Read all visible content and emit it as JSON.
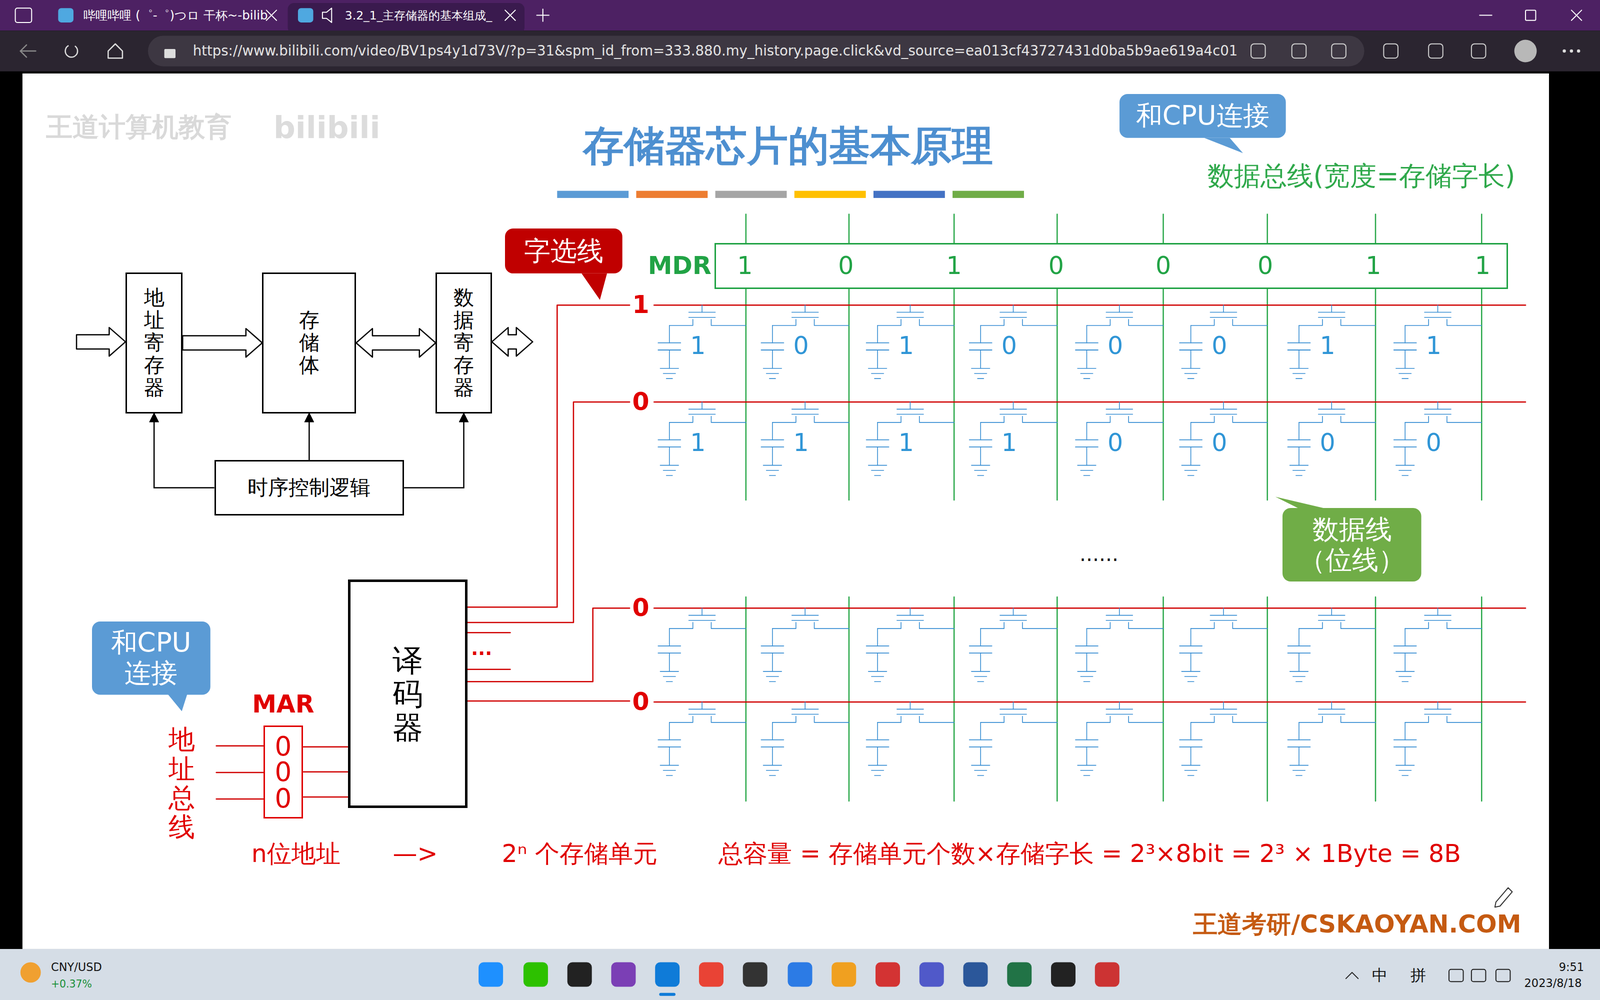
{
  "diagram": {
    "title": "存储器芯片的基本原理",
    "nodes": [
      {
        "text": [
          "和CPU连接"
        ]
      },
      {
        "text": [
          "字选线"
        ]
      },
      {
        "text": [
          "MDR",
          "1",
          "0",
          "1",
          "0",
          "0",
          "0",
          "1",
          "1"
        ]
      },
      {
        "text": [
          "地址寄存器"
        ]
      },
      {
        "text": [
          "存储体"
        ]
      },
      {
        "text": [
          "数据寄存器"
        ]
      },
      {
        "text": [
          "时序控制逻辑"
        ]
      },
      {
        "text": [
          "数据线 （位线）"
        ]
      },
      {
        "text": [
          "译码器"
        ]
      },
      {
        "text": [
          "和CPU连接"
        ]
      },
      {
        "text": [
          "MAR",
          "0",
          "0",
          "0"
        ]
      }
    ],
    "edges": [
      {
        "from": 3,
        "to": 4,
        "arrow": "to"
      },
      {
        "from": 4,
        "to": 5,
        "arrow": "both"
      },
      {
        "from": 6,
        "to": 3,
        "arrow": "to"
      },
      {
        "from": 6,
        "to": 4,
        "arrow": "to"
      },
      {
        "from": 6,
        "to": 5,
        "arrow": "to"
      },
      {
        "from": 10,
        "to": 8,
        "arrow": "none"
      }
    ],
    "labels": [
      "哔哩哔哩 (゜-゜)つロ 干杯~-bilib",
      "3.2_1_主存储器的基本组成_",
      "https://www.bilibili.com/video/BV1ps4y1d73V/?p=31&spm_id_from=333.880.my_history.page.click&vd_source=ea013cf43727431d0ba5b9ae619a4c01",
      "王道计算机教育",
      "bilibili",
      "数据总线(宽度=存储字长)",
      "1",
      "0",
      "0",
      "0",
      "1",
      "0",
      "1",
      "0",
      "0",
      "0",
      "1",
      "1",
      "1",
      "1",
      "1",
      "1",
      "0",
      "0",
      "0",
      "0",
      "......",
      "...",
      "地址总线",
      "n位地址",
      "—>",
      "2ⁿ 个存储单元",
      "总容量 = 存储单元个数×存储字长 = 2³×8bit = 2³ × 1Byte = 8B",
      "王道考研/CSKAOYAN.COM",
      "CNY/USD",
      "+0.37%",
      "中",
      "拼",
      "9:51",
      "2023/8/18"
    ]
  }
}
